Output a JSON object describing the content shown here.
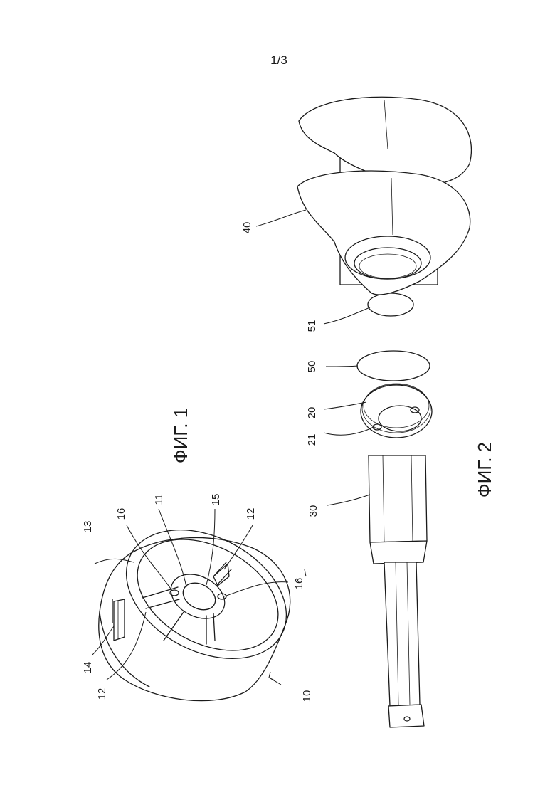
{
  "page_number": "1/3",
  "figures": {
    "fig1": "ФИГ. 1",
    "fig2": "ФИГ. 2"
  },
  "labels": {
    "n10": "10",
    "n11": "11",
    "n12a": "12",
    "n12b": "12",
    "n13": "13",
    "n14": "14",
    "n15": "15",
    "n16a": "16",
    "n16b": "16",
    "n20": "20",
    "n21": "21",
    "n30": "30",
    "n40": "40",
    "n50": "50",
    "n51": "51"
  }
}
